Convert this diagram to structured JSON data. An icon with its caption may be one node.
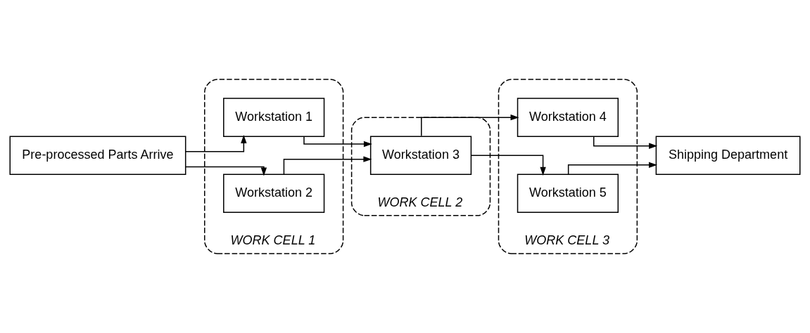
{
  "diagram": {
    "nodes": [
      {
        "text": [
          "Pre-processed Parts Arrive"
        ]
      },
      {
        "text": [
          "WORK CELL 1"
        ]
      },
      {
        "text": [
          "Workstation 1"
        ],
        "in": 1
      },
      {
        "text": [
          "Workstation 2"
        ],
        "in": 1
      },
      {
        "text": [
          "WORK CELL 2"
        ]
      },
      {
        "text": [
          "Workstation 3"
        ],
        "in": 4
      },
      {
        "text": [
          "WORK CELL 3"
        ]
      },
      {
        "text": [
          "Workstation 4"
        ],
        "in": 6
      },
      {
        "text": [
          "Workstation 5"
        ],
        "in": 6
      },
      {
        "text": [
          "Shipping Department"
        ]
      }
    ],
    "edges": [
      {
        "from": 0,
        "to": 2,
        "arrow": "to"
      },
      {
        "from": 0,
        "to": 3,
        "arrow": "to"
      },
      {
        "from": 2,
        "to": 5,
        "arrow": "to"
      },
      {
        "from": 3,
        "to": 5,
        "arrow": "to"
      },
      {
        "from": 5,
        "to": 7,
        "arrow": "to"
      },
      {
        "from": 5,
        "to": 8,
        "arrow": "to"
      },
      {
        "from": 7,
        "to": 9,
        "arrow": "to"
      },
      {
        "from": 8,
        "to": 9,
        "arrow": "to"
      }
    ]
  }
}
